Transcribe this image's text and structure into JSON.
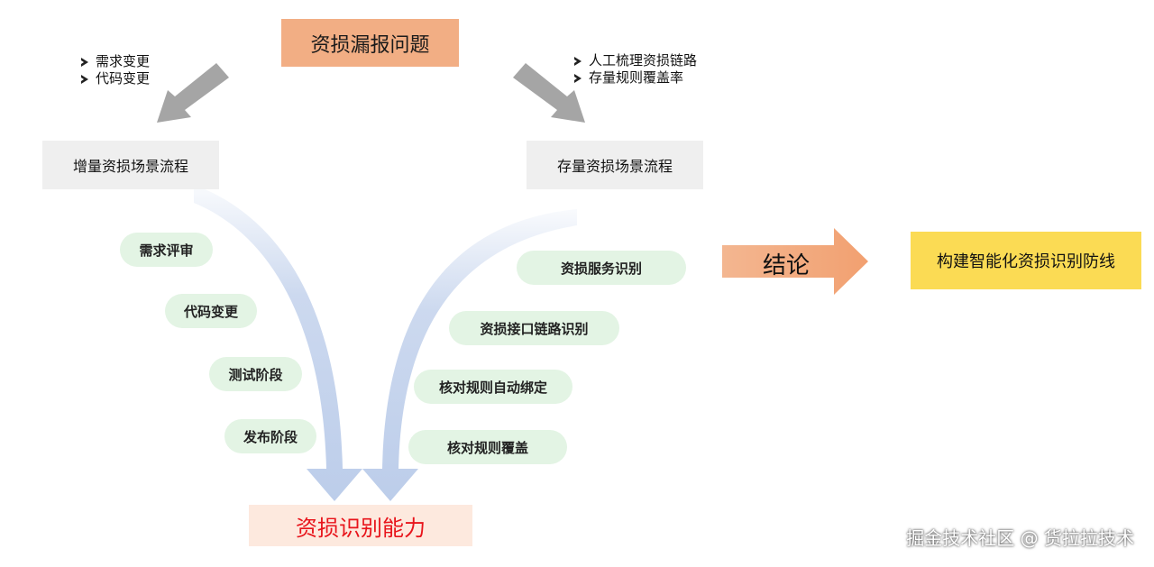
{
  "top_title": "资损漏报问题",
  "left_bullets": [
    "需求变更",
    "代码变更"
  ],
  "right_bullets": [
    "人工梳理资损链路",
    "存量规则覆盖率"
  ],
  "left_box": "增量资损场景流程",
  "right_box": "存量资损场景流程",
  "left_steps": [
    "需求评审",
    "代码变更",
    "测试阶段",
    "发布阶段"
  ],
  "right_steps": [
    "资损服务识别",
    "资损接口链路识别",
    "核对规则自动绑定",
    "核对规则覆盖"
  ],
  "conclusion": "结论",
  "conclusion_result": "构建智能化资损识别防线",
  "bottom_result": "资损识别能力",
  "watermark": "掘金技术社区 @ 货拉拉技术",
  "colors": {
    "title_bg": "#f2ae84",
    "pill_bg": "#e3f4e4",
    "result_bg": "#fbdb54",
    "bottom_bg": "#fde9de",
    "bottom_text": "#e8141b",
    "curve_arrow": "#c3d2ec",
    "gray_arrow": "#a5a5a5",
    "conclusion_arrow": "#f2ae84"
  }
}
